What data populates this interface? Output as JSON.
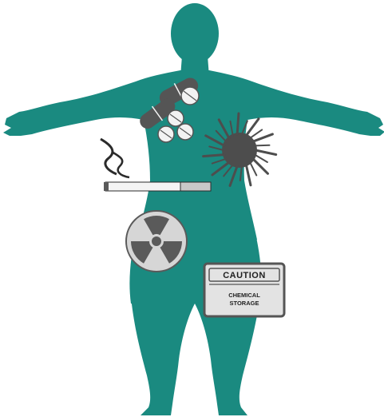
{
  "colors": {
    "figure": "#1a8a80",
    "pill_dark": "#555555",
    "pill_light": "#f2f2f2",
    "virus": "#4d4d4d",
    "cigarette_body": "#f4f4f4",
    "cigarette_filter": "#c8c8c8",
    "smoke": "#2b2b2b",
    "radiation_bg": "#d6d6d6",
    "radiation_symbol": "#5a5a5a",
    "sign_bg": "#e3e3e3",
    "sign_border": "#555555",
    "sign_text": "#1f1f1f"
  },
  "icons": [
    "pills-icon",
    "virus-icon",
    "cigarette-icon",
    "smoke-icon",
    "radiation-icon",
    "caution-sign-icon"
  ],
  "sign": {
    "title": "CAUTION",
    "line1": "CHEMICAL",
    "line2": "STORAGE"
  }
}
